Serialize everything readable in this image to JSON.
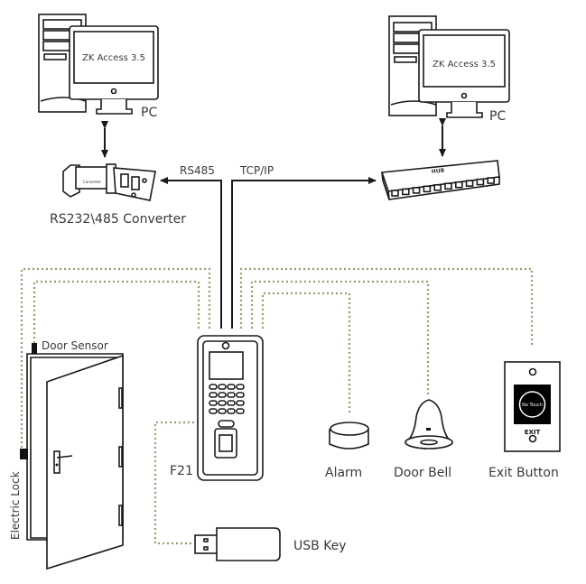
{
  "diagram": {
    "title": "F21 Access Control Wiring Diagram",
    "nodes": {
      "pc_left": {
        "label": "PC",
        "screen_text": "ZK Access 3.5"
      },
      "pc_right": {
        "label": "PC",
        "screen_text": "ZK Access 3.5"
      },
      "converter": {
        "label": "RS232\\485 Converter",
        "device_text": "Converter"
      },
      "hub": {
        "device_text": "HUB"
      },
      "f21": {
        "label": "F21"
      },
      "door_sensor": {
        "label": "Door Sensor"
      },
      "electric_lock": {
        "label": "Electric Lock"
      },
      "alarm": {
        "label": "Alarm"
      },
      "door_bell": {
        "label": "Door Bell"
      },
      "exit_button": {
        "label": "Exit Button",
        "face_text": "No Touch",
        "exit_text": "EXIT"
      },
      "usb_key": {
        "label": "USB Key"
      }
    },
    "links": {
      "rs485": {
        "label": "RS485",
        "from": "f21",
        "to": "converter"
      },
      "tcpip": {
        "label": "TCP/IP",
        "from": "f21",
        "to": "hub"
      },
      "pc_left_converter": {
        "from": "converter",
        "to": "pc_left",
        "bidirectional": true
      },
      "pc_right_hub": {
        "from": "hub",
        "to": "pc_right",
        "bidirectional": true
      }
    },
    "colors": {
      "line": "#1a1a1a",
      "wire_dotted": "#8aa36a",
      "label_text": "#3a3a3a",
      "exit_face": "#000000"
    }
  }
}
